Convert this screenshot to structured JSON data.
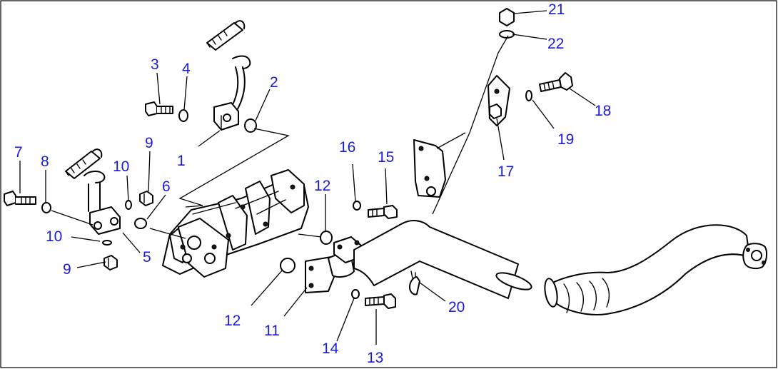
{
  "colors": {
    "callout": "#1a1adb",
    "line": "#000000",
    "background": "#ffffff"
  },
  "callouts": {
    "c1": "1",
    "c2": "2",
    "c3": "3",
    "c4": "4",
    "c5": "5",
    "c6": "6",
    "c7": "7",
    "c8": "8",
    "c9a": "9",
    "c9b": "9",
    "c10a": "10",
    "c10b": "10",
    "c11": "11",
    "c12a": "12",
    "c12b": "12",
    "c13": "13",
    "c14": "14",
    "c15": "15",
    "c16": "16",
    "c17": "17",
    "c18": "18",
    "c19": "19",
    "c20": "20",
    "c21": "21",
    "c22": "22"
  }
}
